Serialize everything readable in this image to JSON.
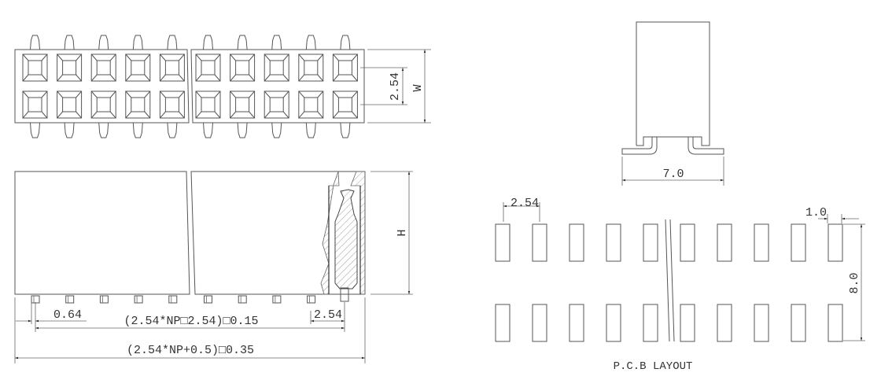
{
  "top_view": {
    "dim_pitch": "2.54",
    "dim_width": "W"
  },
  "front_view": {
    "dim_height": "H",
    "dim_pin_width": "0.64",
    "dim_pin_span": "(2.54*NP□2.54)□0.15",
    "dim_end_pitch": "2.54",
    "dim_total_length": "(2.54*NP+0.5)□0.35"
  },
  "side_view": {
    "dim_foot_span": "7.0"
  },
  "pcb_layout": {
    "title": "P.C.B LAYOUT",
    "dim_pitch": "2.54",
    "dim_pad_width": "1.0",
    "dim_row_span": "8.0"
  },
  "colors": {
    "line": "#555555",
    "background": "#ffffff"
  }
}
